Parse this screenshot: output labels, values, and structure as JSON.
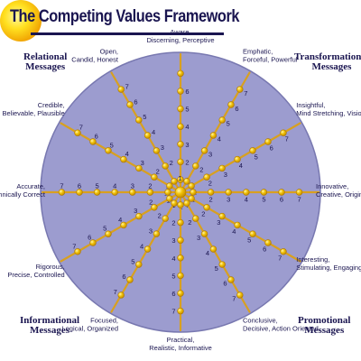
{
  "title": "The Competing Values Framework",
  "quadrants": {
    "relational": [
      "Relational",
      "Messages"
    ],
    "transformational": [
      "Transformational",
      "Messages"
    ],
    "informational": [
      "Informational",
      "Messages"
    ],
    "promotional": [
      "Promotional",
      "Messages"
    ]
  },
  "scale": [
    "1",
    "2",
    "3",
    "4",
    "5",
    "6",
    "7"
  ],
  "colors": {
    "circle": "#9c9ccf",
    "circle_edge": "#7878b0",
    "spoke": "#d8a020",
    "dot": "#f2c40a",
    "dot_edge": "#b07800",
    "text": "#1a1550"
  },
  "spokes": [
    {
      "label": [
        "Aware,",
        "Discerning, Perceptive"
      ],
      "show_seven": false
    },
    {
      "label": [
        "Emphatic,",
        "Forceful, Powerful"
      ],
      "show_seven": true
    },
    {
      "label": [
        "Insightful,",
        "Mind Stretching, Visionary"
      ],
      "show_seven": true
    },
    {
      "label": [
        "Innovative,",
        "Creative, Original"
      ],
      "show_seven": true
    },
    {
      "label": [
        "Interesting,",
        "Stimulating, Engaging"
      ],
      "show_seven": true
    },
    {
      "label": [
        "Conclusive,",
        "Decisive, Action Oriented"
      ],
      "show_seven": true
    },
    {
      "label": [
        "Practical,",
        "Realistic, Informative"
      ],
      "show_seven": true
    },
    {
      "label": [
        "Focused,",
        "Logical, Organized"
      ],
      "show_seven": true
    },
    {
      "label": [
        "Rigorous,",
        "Precise, Controlled"
      ],
      "show_seven": true
    },
    {
      "label": [
        "Accurate,",
        "Technically Correct"
      ],
      "show_seven": true
    },
    {
      "label": [
        "Credible,",
        "Believable, Plausible"
      ],
      "show_seven": true
    },
    {
      "label": [
        "Open,",
        "Candid, Honest"
      ],
      "show_seven": true
    }
  ]
}
